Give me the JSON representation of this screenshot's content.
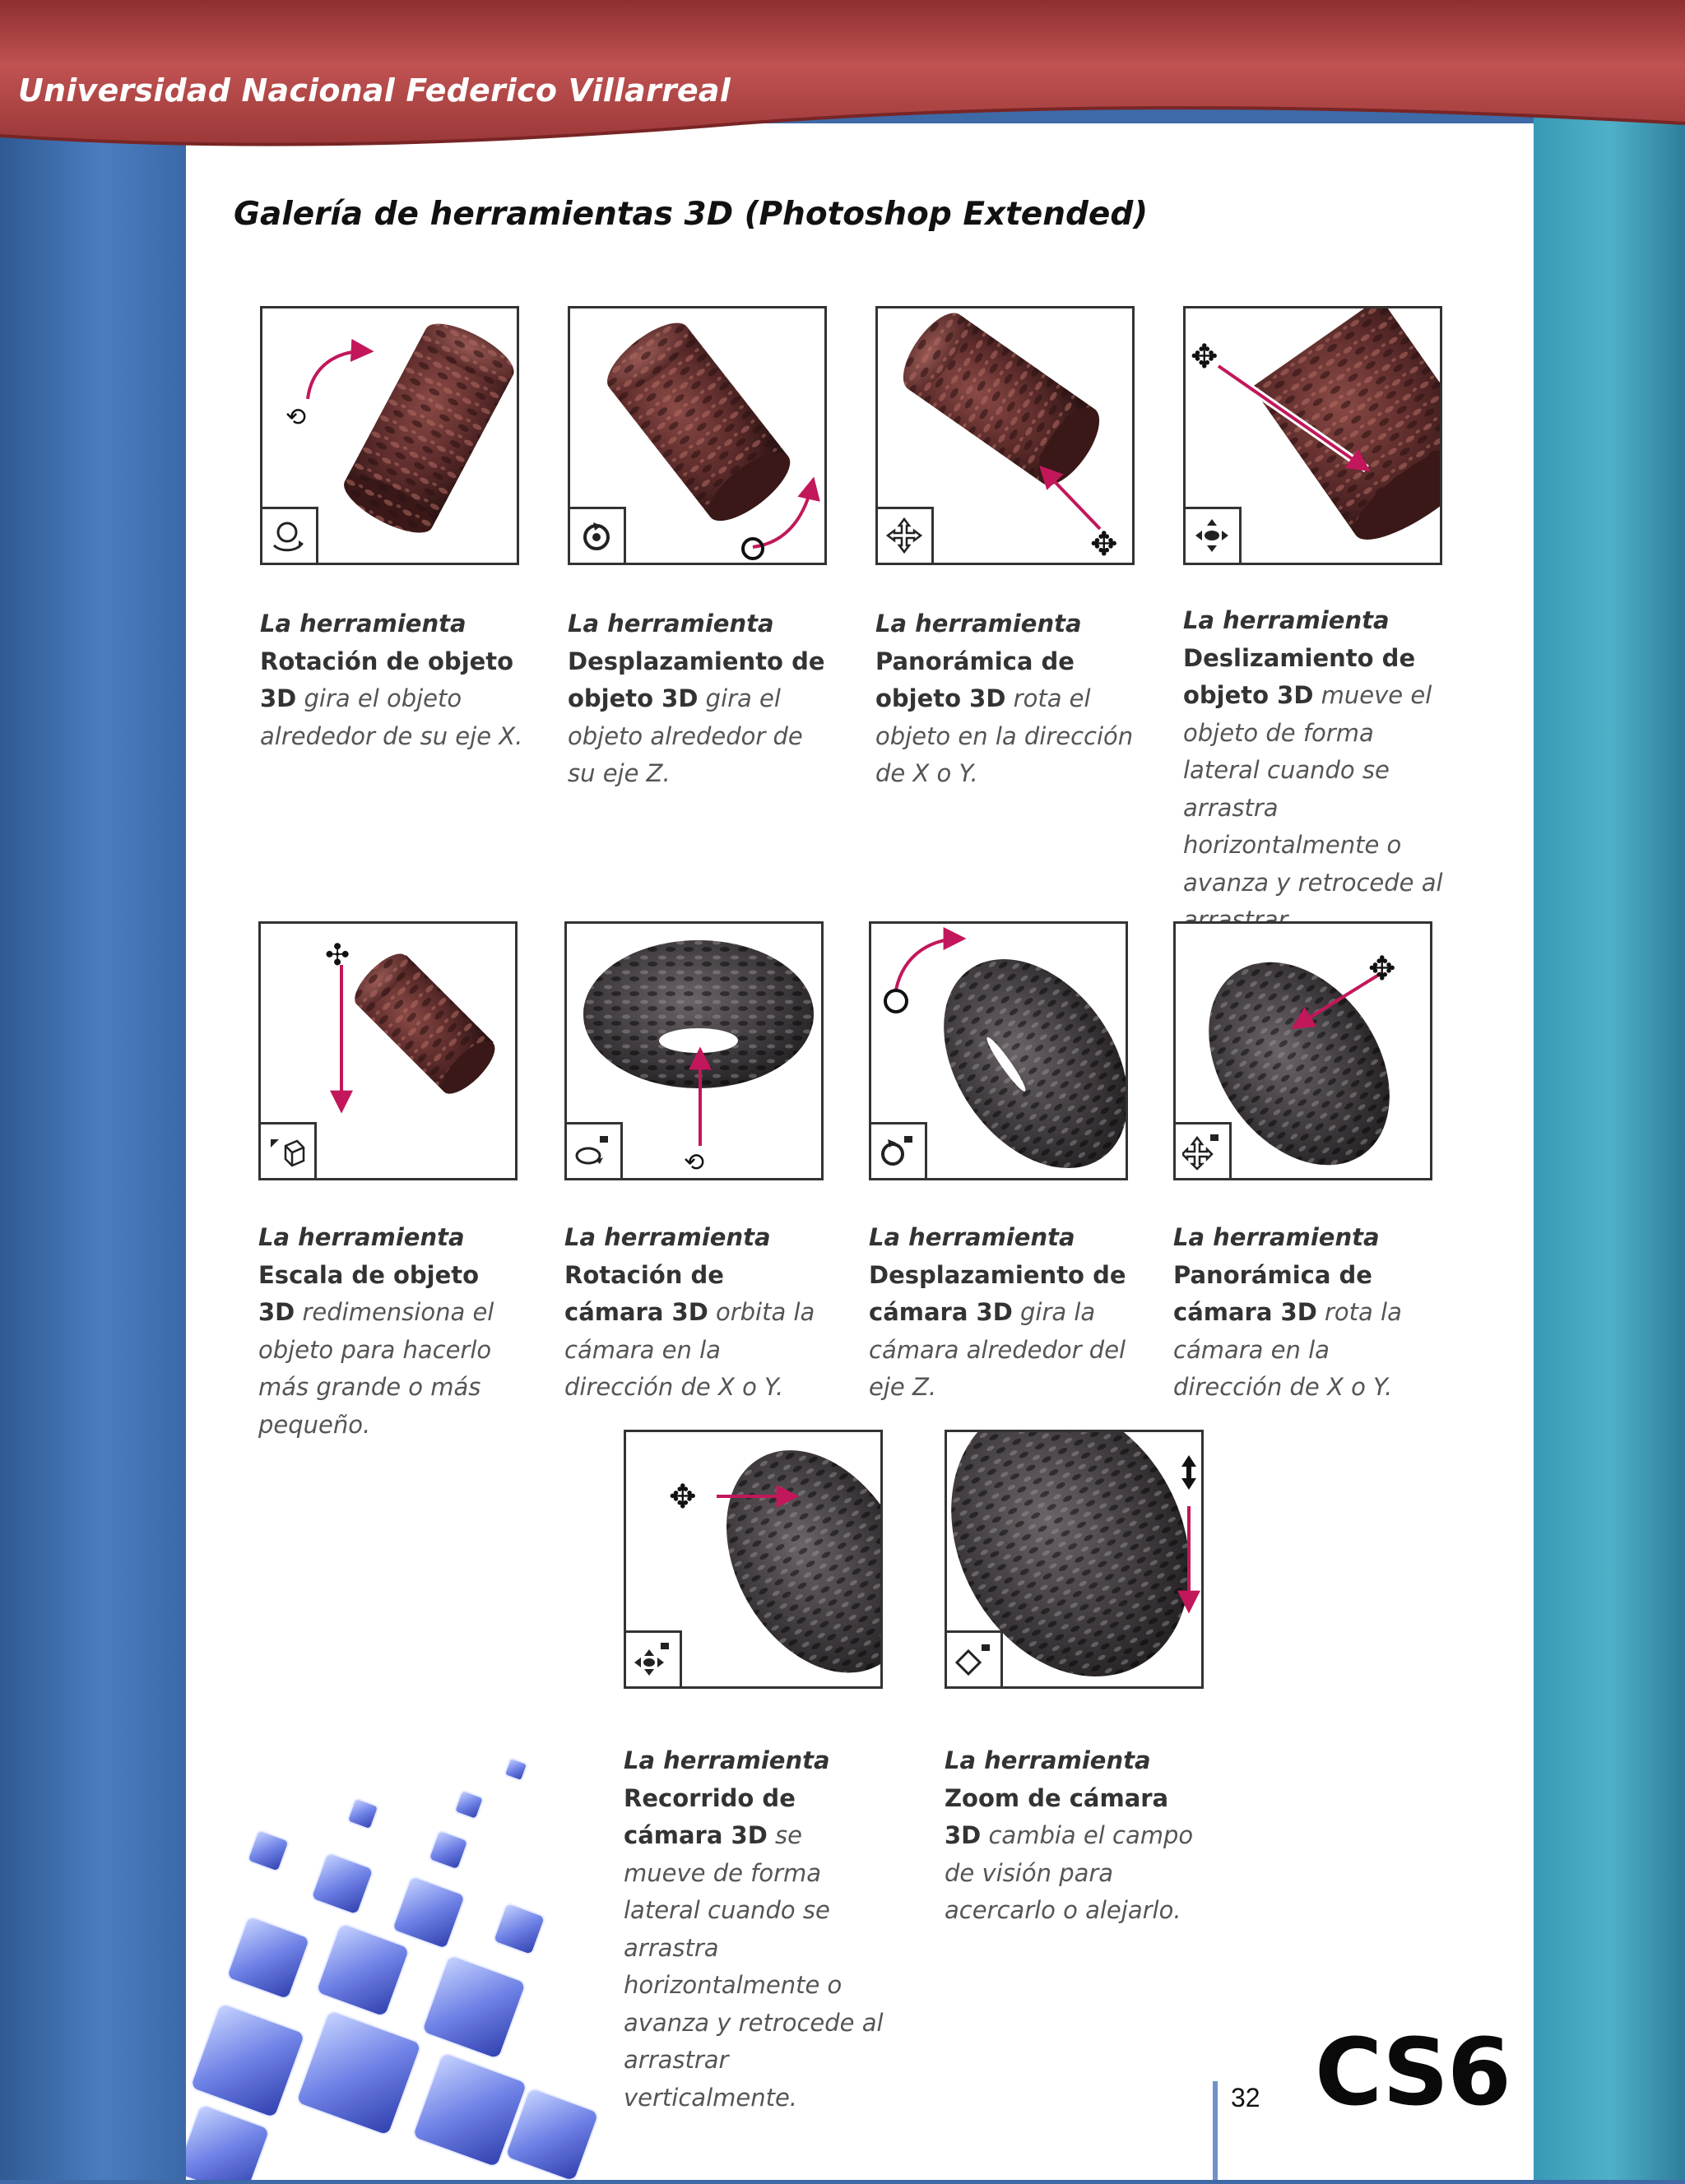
{
  "header": {
    "title": "Universidad Nacional Federico Villarreal"
  },
  "heading": "Galería de herramientas 3D (Photoshop Extended)",
  "tools": [
    {
      "lead": "La herramienta",
      "name": "Rotación de objeto 3D",
      "desc": "gira el objeto alrededor de su eje X.",
      "shape": "cylinder",
      "icon": "rotate-object-icon"
    },
    {
      "lead": "La herramienta",
      "name": "Desplazamiento de objeto 3D",
      "desc": "gira el objeto alrededor de su eje Z.",
      "shape": "cylinder",
      "icon": "roll-object-icon"
    },
    {
      "lead": "La herramienta",
      "name": "Panorámica de objeto 3D",
      "desc": "rota el objeto en la dirección de X o Y.",
      "shape": "cylinder",
      "icon": "pan-object-icon"
    },
    {
      "lead": "La herramienta",
      "name": "Deslizamiento de objeto 3D",
      "desc": "mueve el objeto de forma lateral cuando se arrastra horizontalmente o avanza y retrocede al arrastrar verticalmente.",
      "shape": "cylinder",
      "icon": "slide-object-icon"
    },
    {
      "lead": "La herramienta",
      "name": "Escala de objeto 3D",
      "desc": "redimensiona el objeto para hacerlo más grande o más pequeño.",
      "shape": "cylinder",
      "icon": "scale-object-icon"
    },
    {
      "lead": "La herramienta",
      "name": "Rotación de cámara 3D",
      "desc": "orbita la cámara en la dirección de X o Y.",
      "shape": "torus",
      "icon": "orbit-camera-icon"
    },
    {
      "lead": "La herramienta",
      "name": "Desplazamiento de cámara 3D",
      "desc": "gira la cámara alrededor del eje Z.",
      "shape": "torus",
      "icon": "roll-camera-icon"
    },
    {
      "lead": "La herramienta",
      "name": "Panorámica de cámara 3D",
      "desc": "rota la cámara en la dirección de X o Y.",
      "shape": "torus",
      "icon": "pan-camera-icon"
    },
    {
      "lead": "La herramienta",
      "name": "Recorrido de cámara 3D",
      "desc": "se mueve de forma lateral cuando se arrastra horizontalmente o avanza y retrocede al arrastrar verticalmente.",
      "shape": "torus",
      "icon": "walk-camera-icon"
    },
    {
      "lead": "La herramienta",
      "name": "Zoom de cámara 3D",
      "desc": "cambia el campo de visión para acercarlo o alejarlo.",
      "shape": "torus",
      "icon": "zoom-camera-icon"
    }
  ],
  "colors": {
    "header": "#b84a4a",
    "arrow": "#c2185b",
    "stone": "#5a2a2a",
    "dark_stone": "#2a2628"
  },
  "footer": {
    "page_number": "32",
    "logo": "CS6"
  }
}
